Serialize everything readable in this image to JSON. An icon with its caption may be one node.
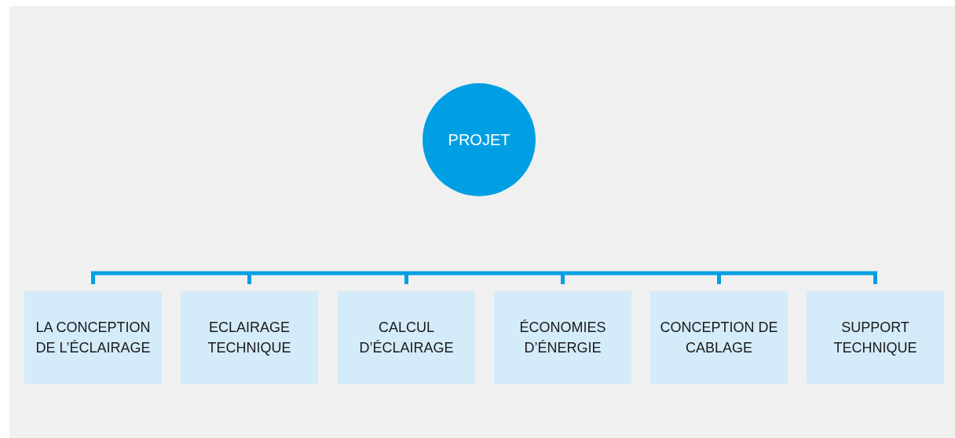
{
  "diagram": {
    "nodes": [
      {
        "text": [
          "PROJET"
        ]
      },
      {
        "text": [
          "LA CONCEPTION DE L’ÉCLAIRAGE"
        ]
      },
      {
        "text": [
          "ECLAIRAGE TECHNIQUE"
        ]
      },
      {
        "text": [
          "CALCUL D’ÉCLAIRAGE"
        ]
      },
      {
        "text": [
          "ÉCONOMIES D’ÉNERGIE"
        ]
      },
      {
        "text": [
          "CONCEPTION DE CABLAGE"
        ]
      },
      {
        "text": [
          "SUPPORT TECHNIQUE"
        ]
      }
    ]
  }
}
